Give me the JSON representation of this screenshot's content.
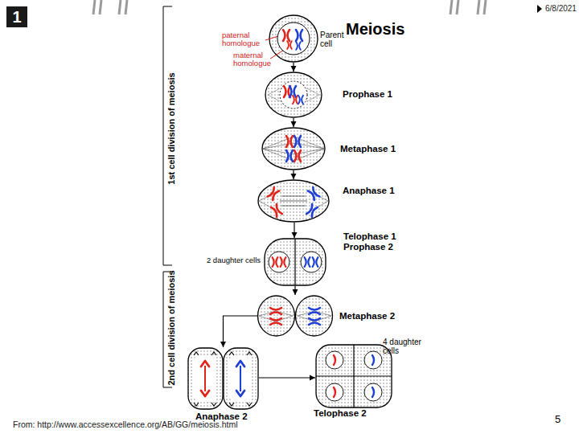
{
  "diagram": {
    "title": "Meiosis",
    "nodes": [
      {
        "text": [
          "Parent cell"
        ]
      },
      {
        "text": [
          "Prophase 1"
        ]
      },
      {
        "text": [
          "Metaphase 1"
        ]
      },
      {
        "text": [
          "Anaphase 1"
        ]
      },
      {
        "text": [
          "Telophase 1 Prophase 2",
          "2 daughter cells"
        ]
      },
      {
        "text": [
          "Metaphase 2"
        ]
      },
      {
        "text": [
          "Anaphase 2"
        ]
      },
      {
        "text": [
          "Telophase 2",
          "4 daughter cells"
        ]
      }
    ],
    "edges": [
      {
        "from": 0,
        "to": 1,
        "arrow": "to"
      },
      {
        "from": 1,
        "to": 2,
        "arrow": "to"
      },
      {
        "from": 2,
        "to": 3,
        "arrow": "to"
      },
      {
        "from": 3,
        "to": 4,
        "arrow": "to"
      },
      {
        "from": 4,
        "to": 5,
        "arrow": "to"
      },
      {
        "from": 5,
        "to": 6,
        "arrow": "to"
      },
      {
        "from": 6,
        "to": 7,
        "arrow": "to"
      }
    ],
    "labels": [
      "1",
      "6/8/2021",
      "paternal homologue",
      "maternal homologue",
      "1st cell division of meiosis",
      "2nd cell division of meiosis",
      "From: http://www.accessexcellence.org/AB/GG/meiosis.html",
      "5"
    ]
  }
}
